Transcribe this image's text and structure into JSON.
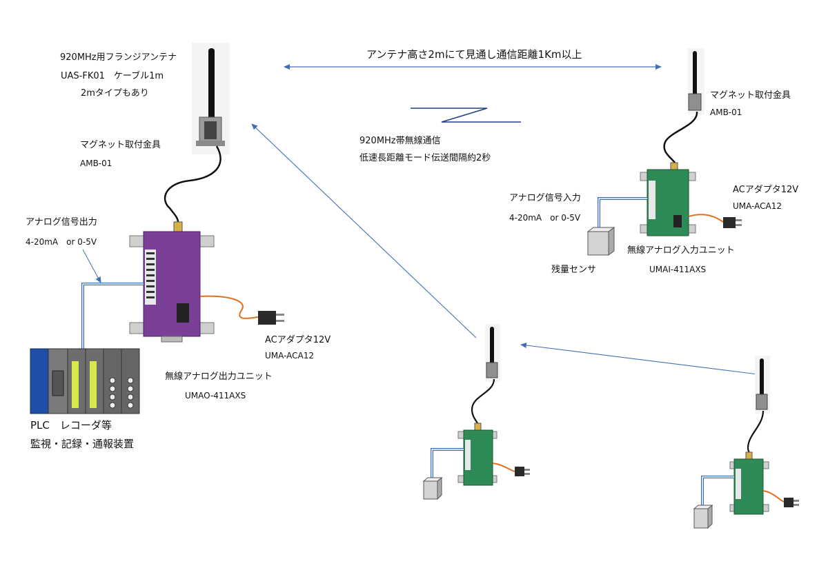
{
  "labels": {
    "antenna_main_1": "920MHz用フランジアンテナ",
    "antenna_main_2": "UAS-FK01　ケーブル1m",
    "antenna_main_3": "2mタイプもあり",
    "magnet_left_1": "マグネット取付金具",
    "magnet_left_2": "AMB-01",
    "analog_out_1": "アナログ信号出力",
    "analog_out_2": "4-20mA　or  0-5V",
    "ac_left_1": "ACアダプタ12V",
    "ac_left_2": "UMA-ACA12",
    "unit_out_1": "無線アナログ出力ユニット",
    "unit_out_2": "UMAO-411AXS",
    "plc_1": "PLC　レコーダ等",
    "plc_2": "監視・記録・通報装置",
    "range": "アンテナ高さ2mにて見通し通信距離1Km以上",
    "wireless_1": "920MHz帯無線通信",
    "wireless_2": "低速長距離モード伝送間隔約2秒",
    "magnet_right_1": "マグネット取付金具",
    "magnet_right_2": "AMB-01",
    "analog_in_1": "アナログ信号入力",
    "analog_in_2": "4-20mA　or  0-5V",
    "ac_right_1": "ACアダプタ12V",
    "ac_right_2": "UMA-ACA12",
    "unit_in_1": "無線アナログ入力ユニット",
    "unit_in_2": "UMAI-411AXS",
    "sensor": "残量センサ"
  },
  "colors": {
    "arrow": "#3f6fb4",
    "purple_unit": "#7b3f9a",
    "green_unit": "#2e8b57",
    "cable_orange": "#e07020",
    "signal_cable": "#3a6fb0"
  }
}
